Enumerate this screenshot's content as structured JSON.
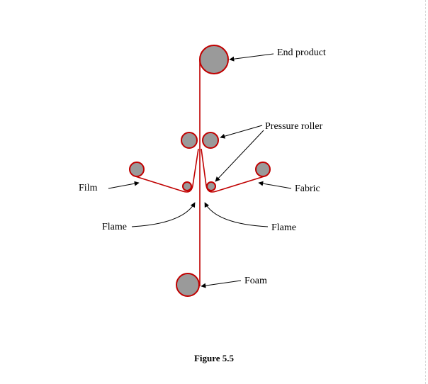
{
  "labels": {
    "end_product": "End product",
    "pressure_roller": "Pressure roller",
    "film": "Film",
    "fabric": "Fabric",
    "flame_left": "Flame",
    "flame_right": "Flame",
    "foam": "Foam"
  },
  "caption": "Figure 5.5",
  "colors": {
    "web": "#c00000",
    "roll_fill": "#9a9a9a",
    "leader": "#000000"
  }
}
